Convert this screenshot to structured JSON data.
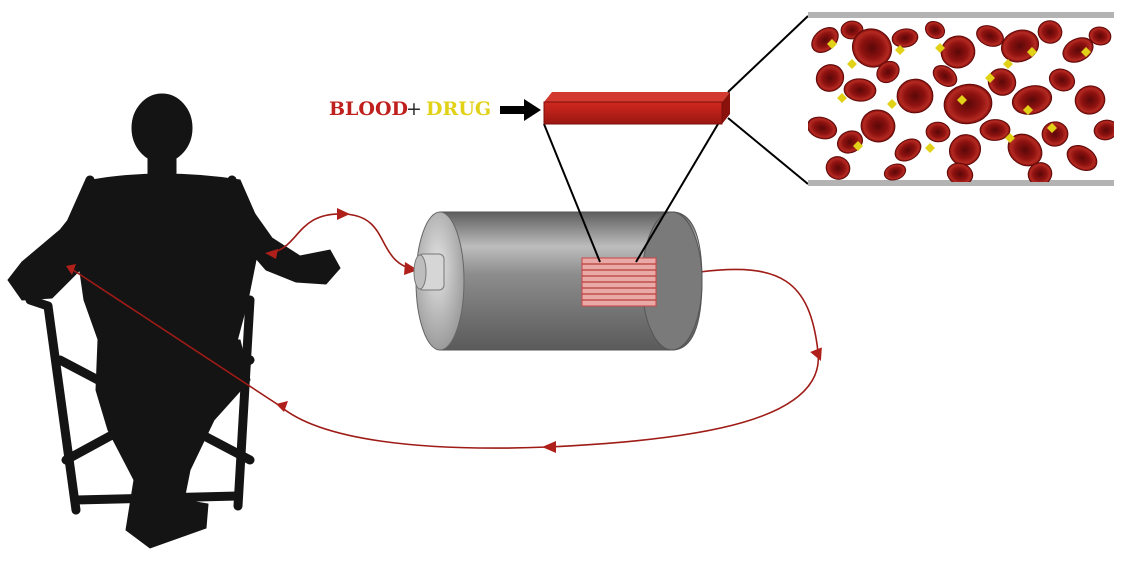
{
  "labels": {
    "blood": "BLOOD",
    "plus": "+",
    "drug": "DRUG"
  },
  "colors": {
    "blood": "#c0201d",
    "drug": "#e1d217",
    "flow_line": "#9e1b16",
    "cartridge": "#9a9a9a",
    "silhouette": "#141414"
  },
  "icons": [
    "patient-silhouette",
    "arrow-right-icon",
    "blood-tube",
    "dialysis-cartridge",
    "blood-cells-magnified"
  ]
}
